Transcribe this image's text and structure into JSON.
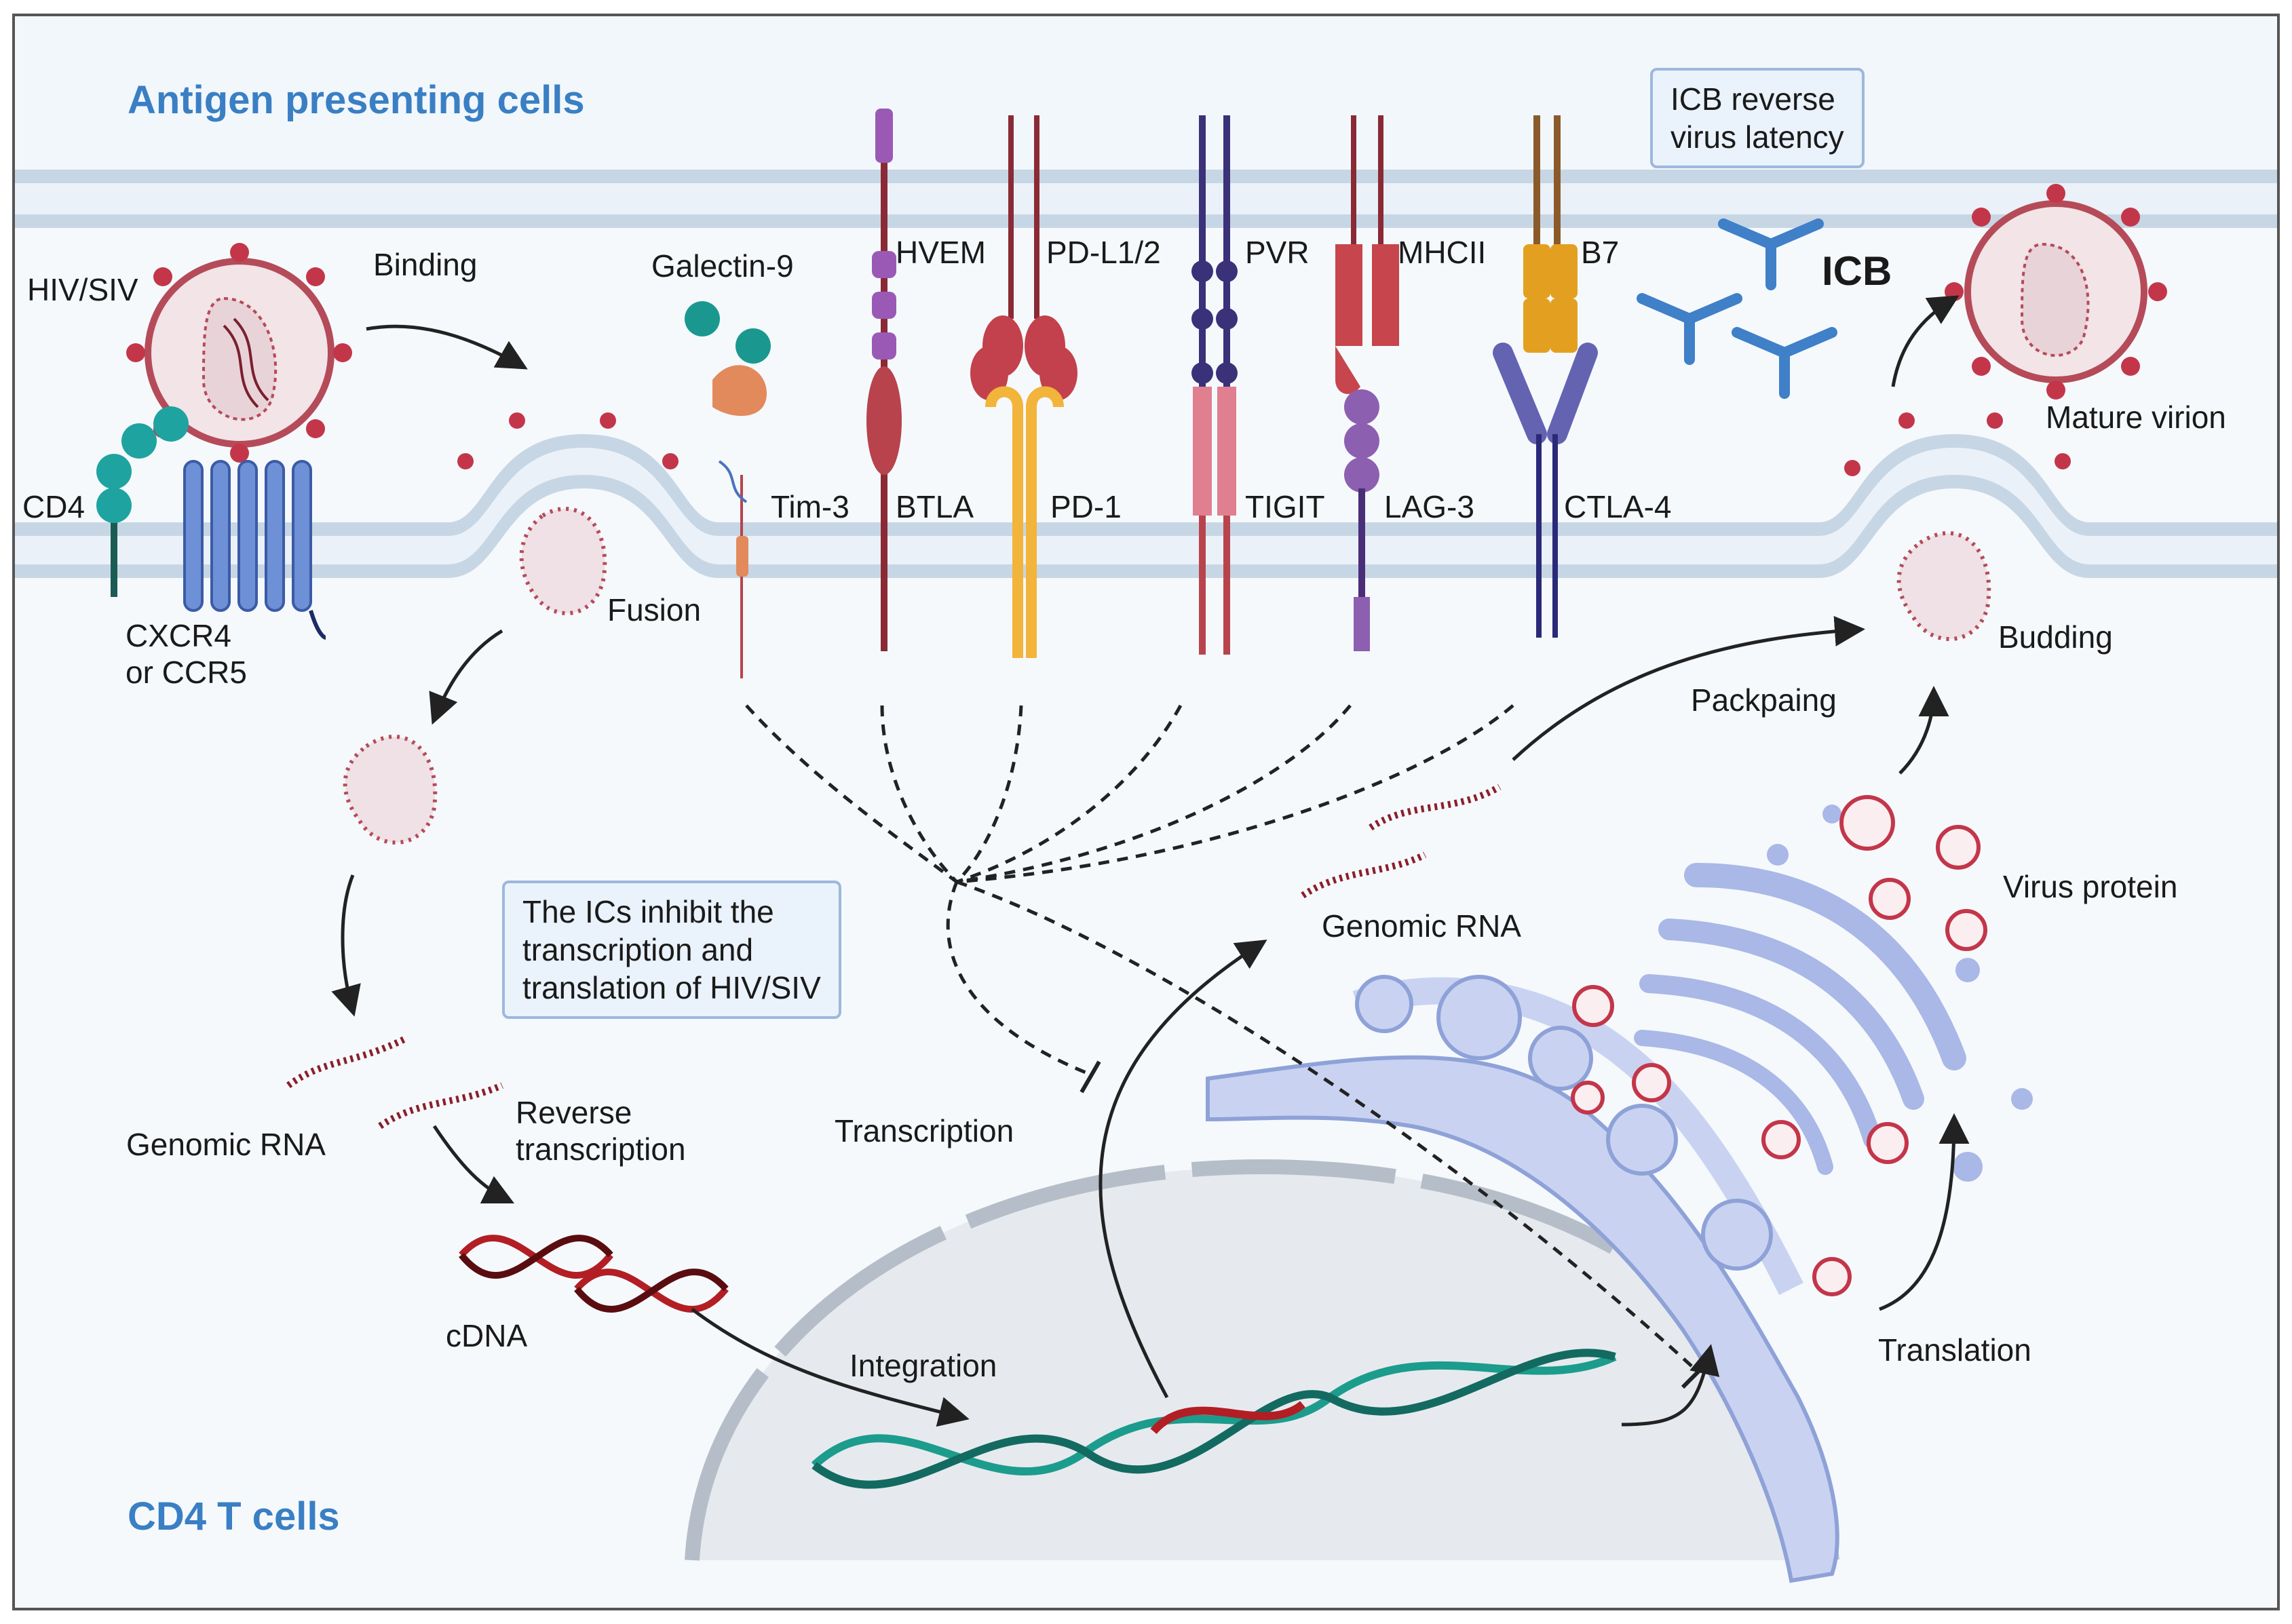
{
  "regions": {
    "apc": "Antigen presenting cells",
    "tcell": "CD4 T cells"
  },
  "notes": {
    "icb_reverse": "ICB  reverse\nvirus latency",
    "ics_inhibit": "The ICs  inhibit the\ntranscription and\ntranslation of HIV/SIV"
  },
  "labels": {
    "hiv_siv": "HIV/SIV",
    "binding": "Binding",
    "cd4": "CD4",
    "coreceptor": "CXCR4\nor CCR5",
    "fusion": "Fusion",
    "galectin": "Galectin-9",
    "tim3": "Tim-3",
    "hvem": "HVEM",
    "btla": "BTLA",
    "pdl": "PD-L1/2",
    "pd1": "PD-1",
    "pvr": "PVR",
    "tigit": "TIGIT",
    "mhcii": "MHCII",
    "lag3": "LAG-3",
    "b7": "B7",
    "ctla4": "CTLA-4",
    "icb": "ICB",
    "mature": "Mature virion",
    "packaging": "Packpaing",
    "budding": "Budding",
    "virus_protein": "Virus protein",
    "genomic_rna_top": "Genomic RNA",
    "genomic_rna_left": "Genomic RNA",
    "reverse": "Reverse\ntranscription",
    "cdna": "cDNA",
    "integration": "Integration",
    "transcription": "Transcription",
    "translation": "Translation"
  },
  "colors": {
    "membrane": "#c7d6e4",
    "membrane_core": "#eaf1f8",
    "virus": "#b54b59",
    "virus_fill": "#f2e4e7",
    "spike": "#c3364a",
    "cd4": "#1fa3a0",
    "ccr5": "#4a72bd",
    "hvem": "#9b59b6",
    "btla": "#b8434d",
    "pdl": "#c3414c",
    "pd1": "#f2b43a",
    "tigit_pvr": "#3a3178",
    "tigit": "#e07f90",
    "mhcii": "#c7454c",
    "lag3": "#8d5fb0",
    "b7": "#e3a020",
    "ctla4": "#6463b2",
    "icb": "#3f80c8",
    "er_golgi": "#a9b8e6",
    "dna_teal": "#1c9c8c",
    "dna_red": "#b21e24",
    "nucleus": "#e6eaee",
    "region_text": "#3a7fc4"
  }
}
